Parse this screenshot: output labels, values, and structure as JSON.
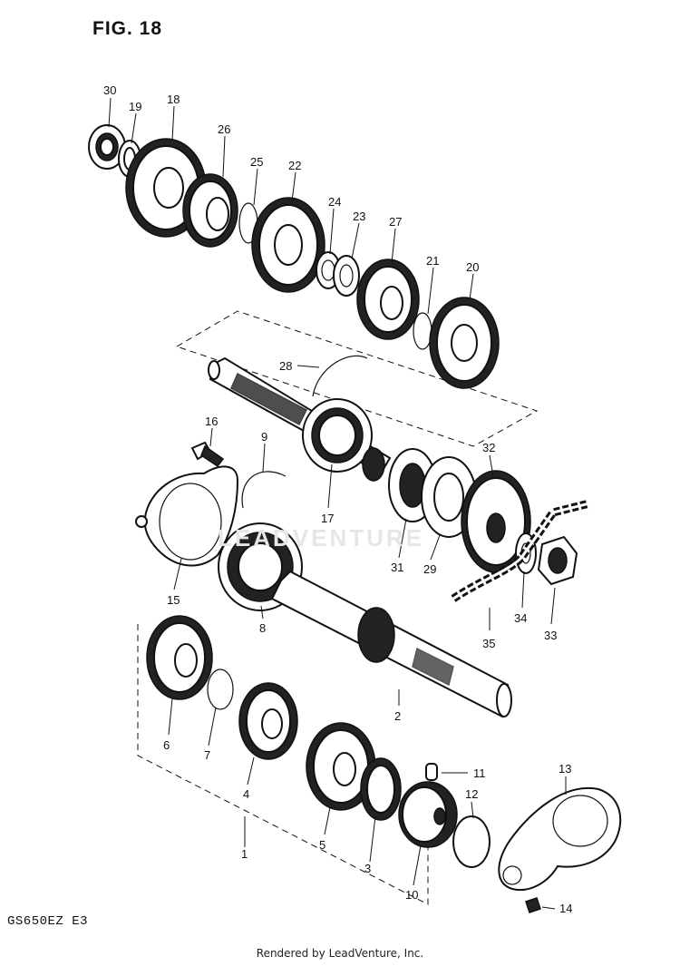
{
  "figure": {
    "title": "FIG. 18",
    "model_code": "GS650EZ  E3",
    "footer": "Rendered by LeadVenture, Inc.",
    "watermark": "LEADVENTURE"
  },
  "callouts": [
    "30",
    "19",
    "18",
    "26",
    "25",
    "22",
    "24",
    "23",
    "27",
    "21",
    "20",
    "28",
    "16",
    "9",
    "17",
    "32",
    "31",
    "29",
    "15",
    "8",
    "35",
    "34",
    "33",
    "6",
    "7",
    "4",
    "2",
    "11",
    "13",
    "5",
    "12",
    "3",
    "10",
    "1",
    "14"
  ]
}
